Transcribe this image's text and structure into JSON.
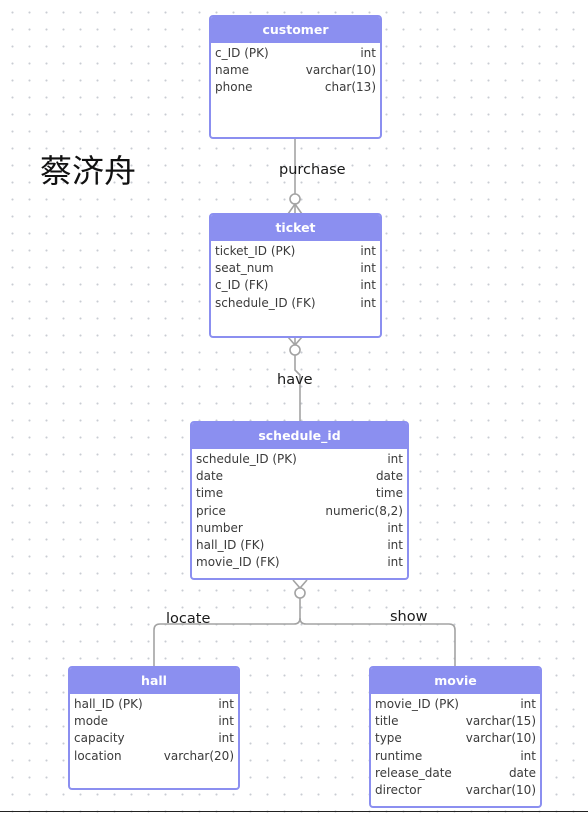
{
  "author": "蔡济舟",
  "entities": {
    "customer": {
      "title": "customer",
      "fields": [
        {
          "name": "c_ID (PK)",
          "type": "int"
        },
        {
          "name": "name",
          "type": "varchar(10)"
        },
        {
          "name": "phone",
          "type": "char(13)"
        }
      ]
    },
    "ticket": {
      "title": "ticket",
      "fields": [
        {
          "name": "ticket_ID (PK)",
          "type": "int"
        },
        {
          "name": "seat_num",
          "type": "int"
        },
        {
          "name": "c_ID (FK)",
          "type": "int"
        },
        {
          "name": "schedule_ID (FK)",
          "type": "int"
        }
      ]
    },
    "schedule": {
      "title": "schedule_id",
      "fields": [
        {
          "name": "schedule_ID (PK)",
          "type": "int"
        },
        {
          "name": "date",
          "type": "date"
        },
        {
          "name": "time",
          "type": "time"
        },
        {
          "name": "price",
          "type": "numeric(8,2)"
        },
        {
          "name": "number",
          "type": "int"
        },
        {
          "name": "hall_ID (FK)",
          "type": "int"
        },
        {
          "name": "movie_ID (FK)",
          "type": "int"
        }
      ]
    },
    "hall": {
      "title": "hall",
      "fields": [
        {
          "name": "hall_ID (PK)",
          "type": "int"
        },
        {
          "name": "mode",
          "type": "int"
        },
        {
          "name": "capacity",
          "type": "int"
        },
        {
          "name": "location",
          "type": "varchar(20)"
        }
      ]
    },
    "movie": {
      "title": "movie",
      "fields": [
        {
          "name": "movie_ID (PK)",
          "type": "int"
        },
        {
          "name": "title",
          "type": "varchar(15)"
        },
        {
          "name": "type",
          "type": "varchar(10)"
        },
        {
          "name": "runtime",
          "type": "int"
        },
        {
          "name": "release_date",
          "type": "date"
        },
        {
          "name": "director",
          "type": "varchar(10)"
        }
      ]
    }
  },
  "relationships": {
    "purchase": "purchase",
    "have": "have",
    "locate": "locate",
    "show": "show"
  },
  "colors": {
    "entity_accent": "#8b8ff0",
    "connector": "#a3a3a3",
    "canvas": "#ffffff"
  }
}
